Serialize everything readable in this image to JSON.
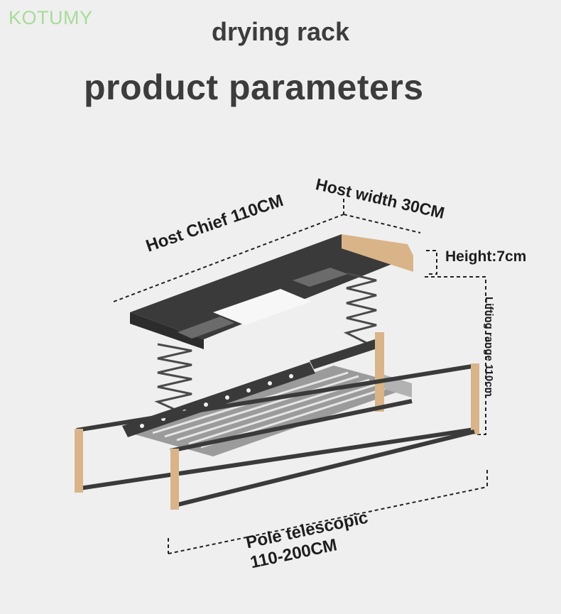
{
  "brand": "KOTUMY",
  "title": "drying rack",
  "subtitle": "product parameters",
  "labels": {
    "host_chief": "Host Chief 110CM",
    "host_width": "Host width 30CM",
    "height": "Height:7cm",
    "lifting_range": "Lifting range 110cm",
    "pole_line1": "Pole telescopic",
    "pole_line2": "110-200CM"
  },
  "colors": {
    "background": "#efefef",
    "frame": "#3a3a3a",
    "wood": "#d9b489",
    "brand": "#a7dc9a"
  }
}
